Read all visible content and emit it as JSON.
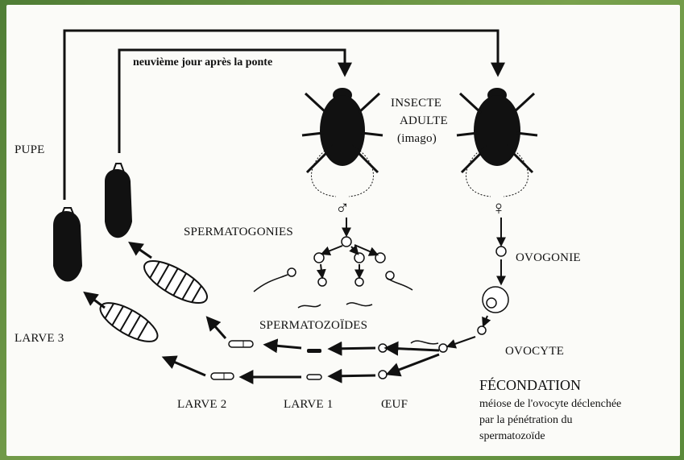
{
  "labels": {
    "top_note": "neuvième jour après la ponte",
    "adult_line1": "INSECTE",
    "adult_line2": "ADULTE",
    "adult_line3": "(imago)",
    "pupe": "PUPE",
    "spermatogonies": "SPERMATOGONIES",
    "ovogonie": "OVOGONIE",
    "spermatozoides": "SPERMATOZOÏDES",
    "ovocyte": "OVOCYTE",
    "larve3": "LARVE 3",
    "larve2": "LARVE 2",
    "larve1": "LARVE 1",
    "oeuf": "ŒUF",
    "fecondation": "FÉCONDATION",
    "fecondation_desc1": "méiose de l'ovocyte déclenchée",
    "fecondation_desc2": "par la pénétration du",
    "fecondation_desc3": "spermatozoïde"
  },
  "symbols": {
    "male": "♂",
    "female": "♀"
  },
  "colors": {
    "border_green": "#5f8a3c",
    "ink": "#111111",
    "background": "#fbfbf8"
  }
}
